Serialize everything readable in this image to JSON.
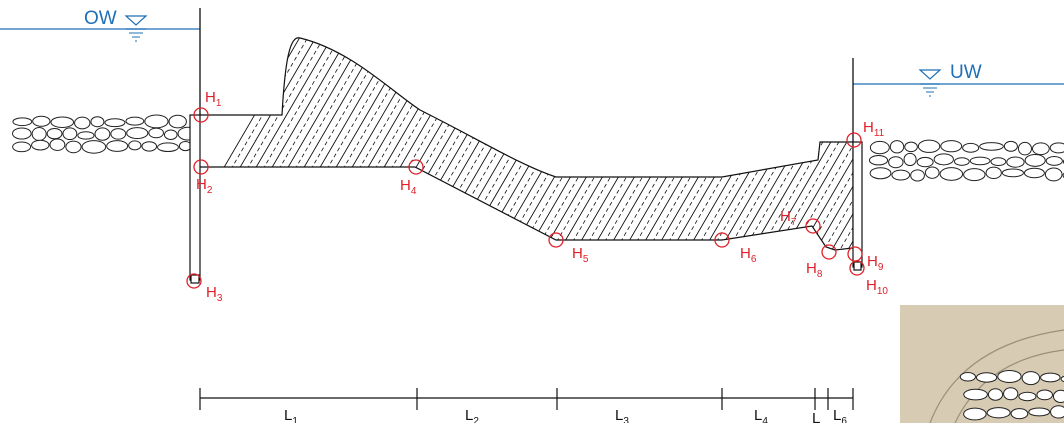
{
  "water_levels": {
    "upstream": {
      "label": "OW",
      "color": "#1f6fb5"
    },
    "downstream": {
      "label": "UW",
      "color": "#1f6fb5"
    }
  },
  "point_color": "#e0202a",
  "points": [
    {
      "main": "H",
      "sub": "1"
    },
    {
      "main": "H",
      "sub": "2"
    },
    {
      "main": "H",
      "sub": "3"
    },
    {
      "main": "H",
      "sub": "4"
    },
    {
      "main": "H",
      "sub": "5"
    },
    {
      "main": "H",
      "sub": "6"
    },
    {
      "main": "H",
      "sub": "7"
    },
    {
      "main": "H",
      "sub": "8"
    },
    {
      "main": "H",
      "sub": "9"
    },
    {
      "main": "H",
      "sub": "10"
    },
    {
      "main": "H",
      "sub": "11"
    }
  ],
  "segments": [
    {
      "main": "L",
      "sub": "1"
    },
    {
      "main": "L",
      "sub": "2"
    },
    {
      "main": "L",
      "sub": "3"
    },
    {
      "main": "L",
      "sub": "4"
    },
    {
      "main": "L",
      "sub": ""
    },
    {
      "main": "L",
      "sub": "6"
    }
  ],
  "icons": [
    "water-level-triangle-icon",
    "gravel-pattern-icon"
  ]
}
